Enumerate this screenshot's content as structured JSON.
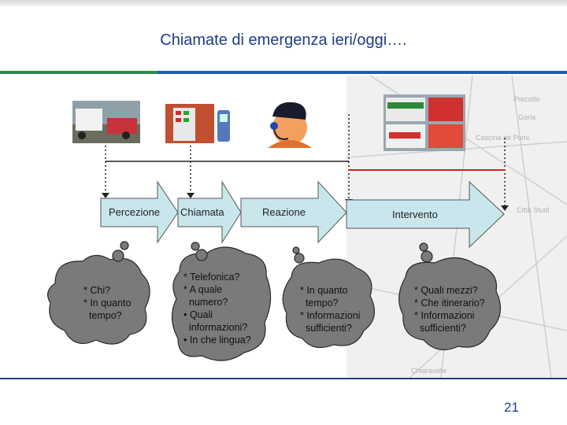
{
  "title": "Chiamate di emergenza ieri/oggi….",
  "page_number": "21",
  "colors": {
    "title": "#1f3c8c",
    "arrow_fill": "#c9e6ec",
    "bubble_fill": "#7a7a7a",
    "timeline_new": "#d21f1f"
  },
  "stages": [
    {
      "label": "Percezione"
    },
    {
      "label": "Chiamata"
    },
    {
      "label": "Reazione"
    },
    {
      "label": "Intervento"
    }
  ],
  "bubbles": [
    {
      "text": "* Chi?\n* In quanto\n  tempo?"
    },
    {
      "text": "* Telefonica?\n* A quale\n  numero?\n• Quali\n  informazioni?\n• In che lingua?"
    },
    {
      "text": "* In quanto\n  tempo?\n* Informazioni\n  sufficienti?"
    },
    {
      "text": "* Quali mezzi?\n* Che itinerario?\n* Informazioni\n  sufficienti?"
    }
  ],
  "images": [
    {
      "icon": "car-accident-photo"
    },
    {
      "icon": "emergency-phone-photo"
    },
    {
      "icon": "operator-headset-icon"
    },
    {
      "icon": "emergency-vehicles-photo"
    }
  ],
  "map_labels": [
    "Precotto",
    "Gorla",
    "Cascina de Pomi",
    "Città Studi",
    "Chiaravalle"
  ]
}
